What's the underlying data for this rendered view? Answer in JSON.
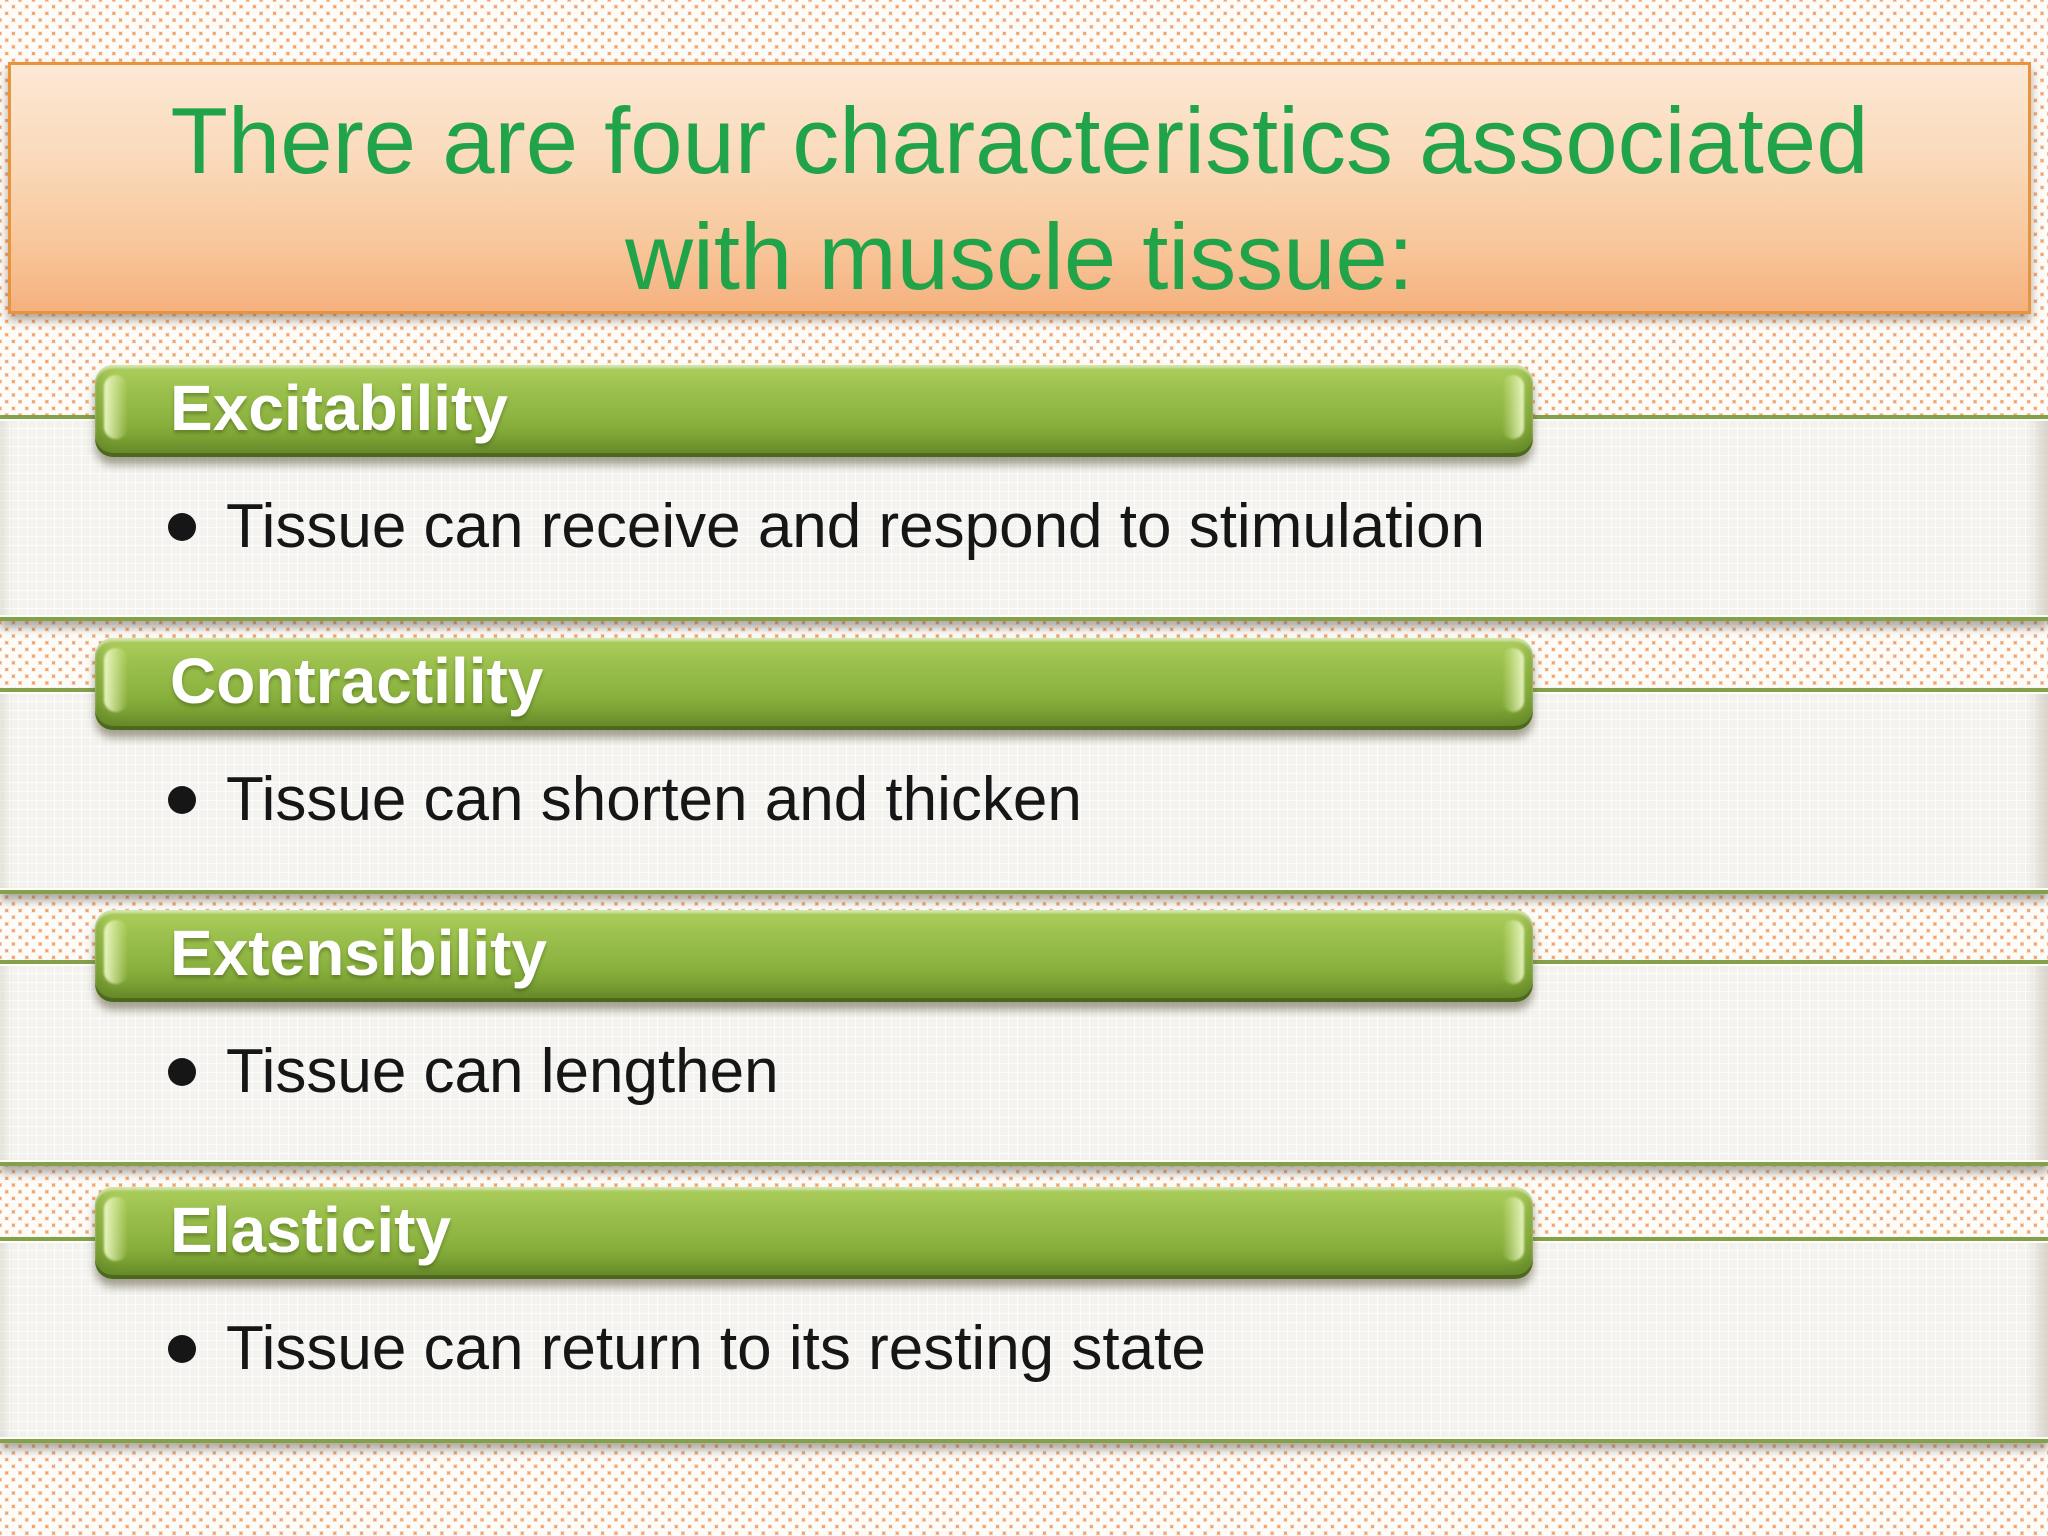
{
  "slide": {
    "kind": "presentation-slide",
    "title": {
      "lines": [
        "There are four characteristics associated",
        "with muscle tissue:"
      ],
      "full_text": "There are four characteristics associated with muscle tissue:"
    },
    "sections": [
      {
        "title": "Excitability",
        "bullet": "Tissue can receive and respond to stimulation"
      },
      {
        "title": "Contractility",
        "bullet": "Tissue can shorten and thicken"
      },
      {
        "title": "Extensibility",
        "bullet": "Tissue can lengthen"
      },
      {
        "title": "Elasticity",
        "bullet": "Tissue can return to its resting state"
      }
    ],
    "colors": {
      "title_green": "#21A449",
      "bar_green": "#8EB442",
      "bar_green_light": "#ADCE5E",
      "bar_green_dark": "#79A133",
      "panel_background": "#F4F3EF",
      "panel_border_olive": "#83A148",
      "banner_border_orange": "#E6943E",
      "banner_gradient_top": "#FCE9D6",
      "banner_gradient_bottom": "#F5B17E",
      "pattern_orange": "#F0A46E",
      "pattern_white": "#FDFCF9",
      "bullet_text": "#161616",
      "bar_label_text": "#FFFFFF"
    }
  }
}
